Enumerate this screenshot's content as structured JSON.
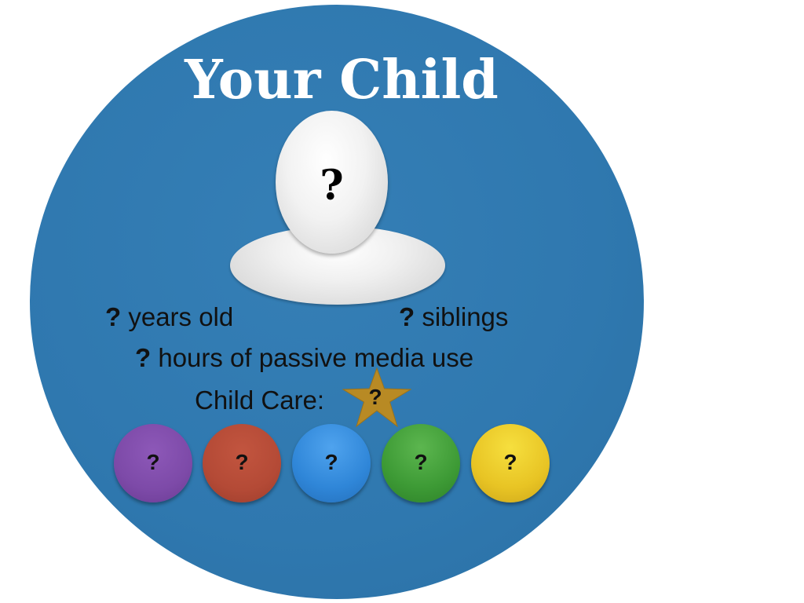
{
  "title": "Your Child",
  "avatar": {
    "head_label": "?"
  },
  "age": {
    "value": "?",
    "label": " years old"
  },
  "siblings": {
    "value": "?",
    "label": " siblings"
  },
  "media": {
    "value": "?",
    "label": " hours of passive media use"
  },
  "child_care": {
    "label": "Child Care:",
    "selected_value": "?"
  },
  "options": [
    {
      "label": "?",
      "color": "#7d4aa8"
    },
    {
      "label": "?",
      "color": "#b44a36"
    },
    {
      "label": "?",
      "color": "#2f86d8"
    },
    {
      "label": "?",
      "color": "#3d9a35"
    },
    {
      "label": "?",
      "color": "#e8c424"
    }
  ],
  "colors": {
    "background_circle": "#2f78af",
    "star": "#b88a24",
    "title_text": "#ffffff"
  }
}
